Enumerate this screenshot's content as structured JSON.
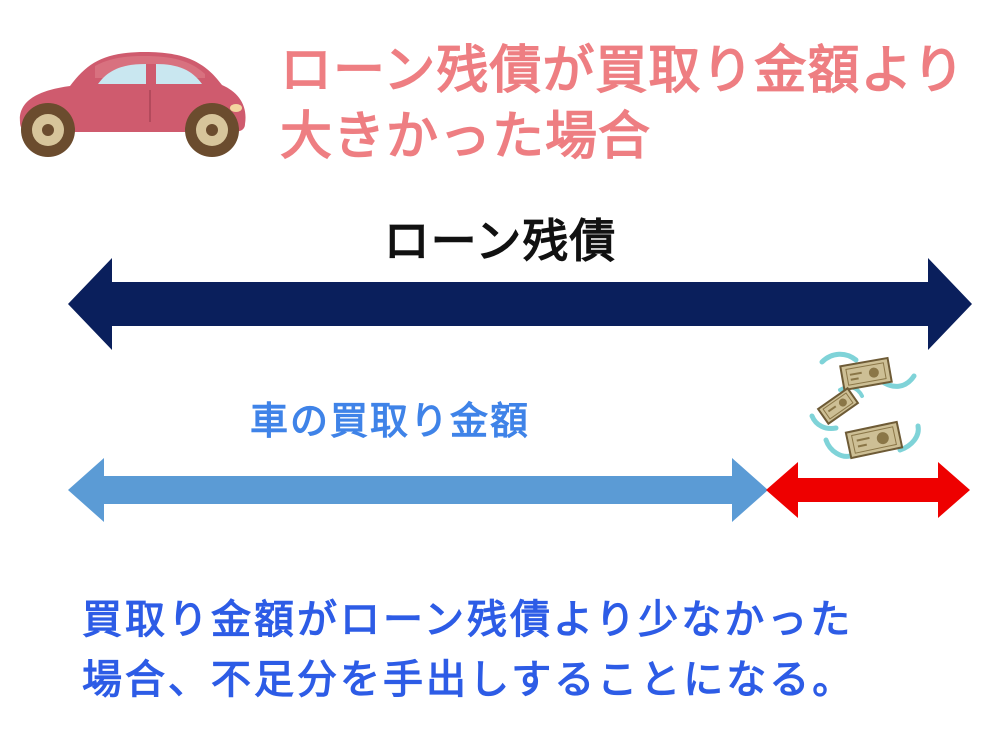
{
  "title": {
    "line1": "ローン残債が買取り金額より",
    "line2": "大きかった場合"
  },
  "loan_bar": {
    "label": "ローン残債",
    "color": "#0a1f5c"
  },
  "value_bar": {
    "label": "車の買取り金額",
    "color": "#5b9bd5",
    "label_color": "#3f83e8"
  },
  "shortfall_bar": {
    "color": "#ee0000"
  },
  "note": {
    "line1": "買取り金額がローン残債より少なかった",
    "line2": "場合、不足分を手出しすることになる。"
  },
  "icons": {
    "car": "car-icon",
    "money": "flying-money-icon"
  },
  "colors": {
    "title": "#ee7e82",
    "note": "#2d5ce6",
    "car_body": "#cf5b6e"
  }
}
